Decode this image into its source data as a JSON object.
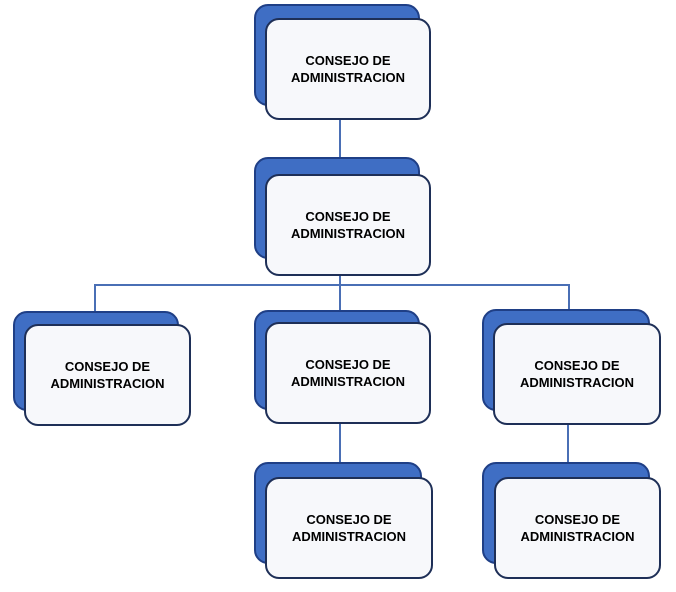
{
  "nodes": [
    {
      "label": "CONSEJO DE\nADMINISTRACION"
    },
    {
      "label": "CONSEJO DE\nADMINISTRACION"
    },
    {
      "label": "CONSEJO DE\nADMINISTRACION"
    },
    {
      "label": "CONSEJO DE\nADMINISTRACION"
    },
    {
      "label": "CONSEJO DE\nADMINISTRACION"
    },
    {
      "label": "CONSEJO DE\nADMINISTRACION"
    },
    {
      "label": "CONSEJO DE\nADMINISTRACION"
    }
  ],
  "colors": {
    "shadow": "#3f6ec4",
    "border": "#1e2f57",
    "card": "#f7f8fb",
    "line": "#4a6fb5"
  }
}
